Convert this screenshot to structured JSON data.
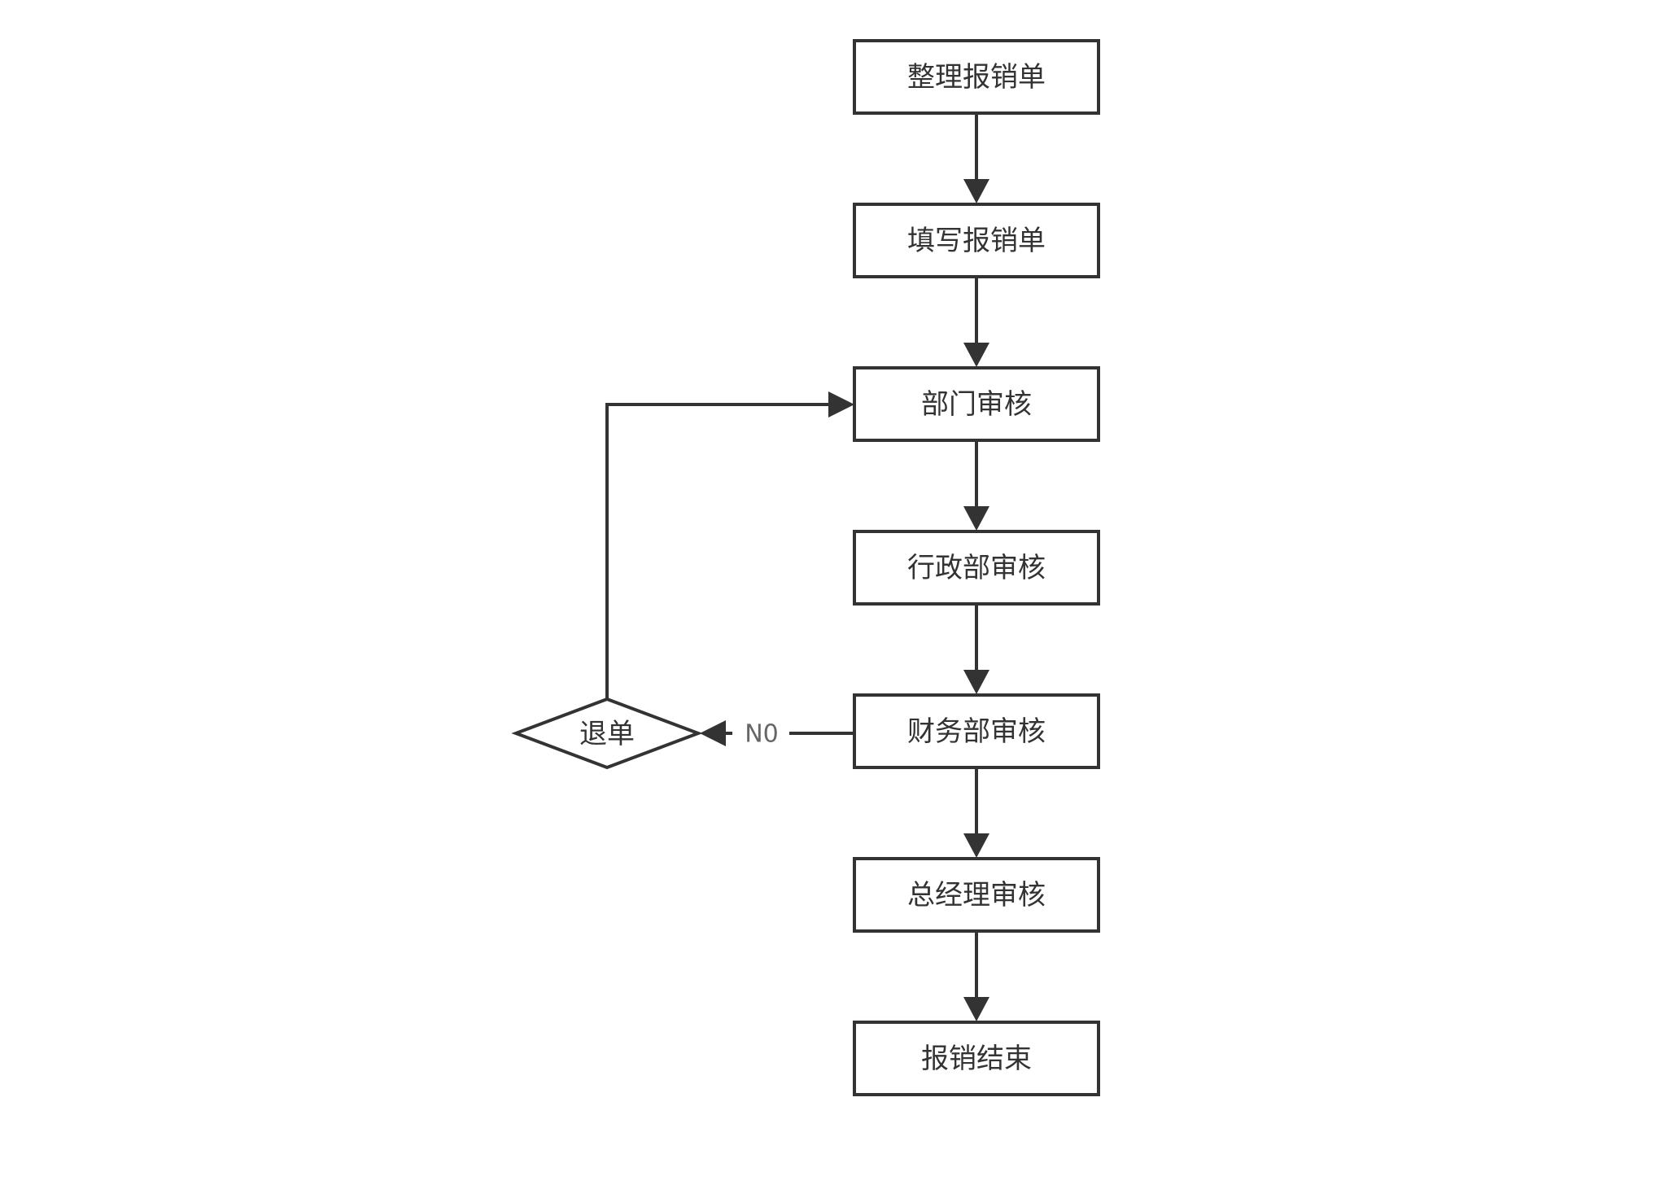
{
  "diagram": {
    "nodes": [
      {
        "id": "step-1",
        "shape": "rect",
        "label": "整理报销单"
      },
      {
        "id": "step-2",
        "shape": "rect",
        "label": "填写报销单"
      },
      {
        "id": "step-3",
        "shape": "rect",
        "label": "部门审核"
      },
      {
        "id": "step-4",
        "shape": "rect",
        "label": "行政部审核"
      },
      {
        "id": "step-5",
        "shape": "rect",
        "label": "财务部审核"
      },
      {
        "id": "step-6",
        "shape": "rect",
        "label": "总经理审核"
      },
      {
        "id": "step-7",
        "shape": "rect",
        "label": "报销结束"
      },
      {
        "id": "reject",
        "shape": "diamond",
        "label": "退单"
      }
    ],
    "edges": [
      {
        "from": "step-1",
        "to": "step-2",
        "label": ""
      },
      {
        "from": "step-2",
        "to": "step-3",
        "label": ""
      },
      {
        "from": "step-3",
        "to": "step-4",
        "label": ""
      },
      {
        "from": "step-4",
        "to": "step-5",
        "label": ""
      },
      {
        "from": "step-5",
        "to": "step-6",
        "label": ""
      },
      {
        "from": "step-6",
        "to": "step-7",
        "label": ""
      },
      {
        "from": "step-5",
        "to": "reject",
        "label": "N0"
      },
      {
        "from": "reject",
        "to": "step-3",
        "label": ""
      }
    ]
  },
  "colors": {
    "stroke": "#333333",
    "text": "#333333",
    "edge_label": "#666666",
    "background": "#ffffff"
  }
}
